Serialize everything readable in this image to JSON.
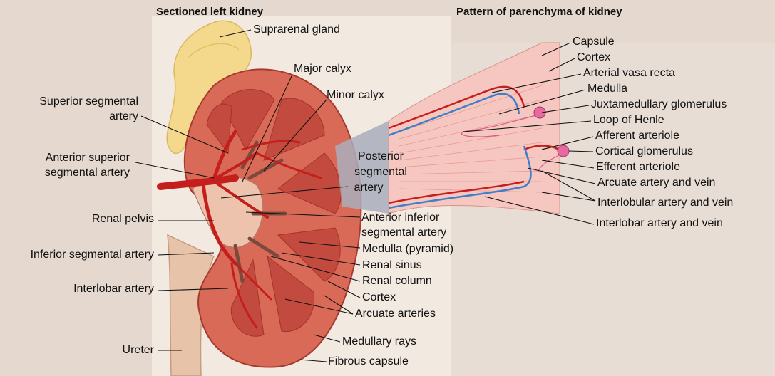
{
  "titles": {
    "left": "Sectioned left kidney",
    "right": "Pattern of parenchyma of kidney"
  },
  "labels_left": {
    "suprarenal_gland": "Suprarenal gland",
    "major_calyx": "Major calyx",
    "minor_calyx": "Minor calyx",
    "superior_segmental_artery_l1": "Superior segmental",
    "superior_segmental_artery_l2": "artery",
    "anterior_superior_l1": "Anterior superior",
    "anterior_superior_l2": "segmental artery",
    "posterior_segmental_l1": "Posterior",
    "posterior_segmental_l2": "segmental",
    "posterior_segmental_l3": "artery",
    "renal_pelvis": "Renal pelvis",
    "anterior_inferior_l1": "Anterior inferior",
    "anterior_inferior_l2": "segmental artery",
    "inferior_segmental_artery": "Inferior segmental artery",
    "medulla_pyramid": "Medulla (pyramid)",
    "renal_sinus": "Renal sinus",
    "renal_column": "Renal column",
    "interlobar_artery": "Interlobar artery",
    "cortex": "Cortex",
    "arcuate_arteries": "Arcuate arteries",
    "medullary_rays": "Medullary rays",
    "ureter": "Ureter",
    "fibrous_capsule": "Fibrous capsule"
  },
  "labels_right": {
    "capsule": "Capsule",
    "cortex": "Cortex",
    "arterial_vasa_recta": "Arterial vasa recta",
    "medulla": "Medulla",
    "juxtamedullary_glomerulus": "Juxtamedullary glomerulus",
    "loop_of_henle": "Loop of Henle",
    "afferent_arteriole": "Afferent arteriole",
    "cortical_glomerulus": "Cortical glomerulus",
    "efferent_arteriole": "Efferent arteriole",
    "arcuate_artery_and_vein": "Arcuate artery and vein",
    "interlobular_artery_and_vein": "Interlobular artery and vein",
    "interlobar_artery_and_vein": "Interlobar artery and vein"
  },
  "colors": {
    "background": "#e4d8cf",
    "panel": "#f2e9e1",
    "kidney_cortex": "#d96a58",
    "pyramid": "#c24a3e",
    "artery": "#c41f1c",
    "vein": "#3f7fc8",
    "suprarenal": "#f4d98c",
    "wedge": "#f6c6c0"
  }
}
